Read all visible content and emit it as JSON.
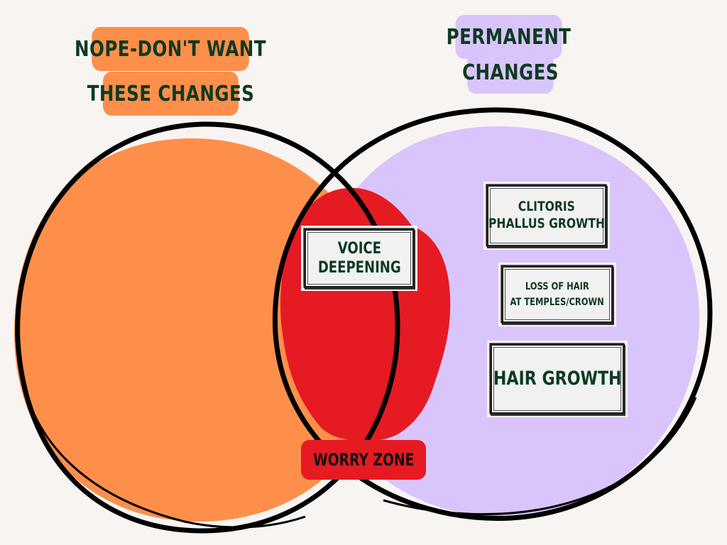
{
  "colors": {
    "background": "#f8f4f1",
    "left_circle_fill": "#fe8f4b",
    "right_circle_fill": "#d9c5fb",
    "overlap_fill": "#e51a22",
    "outline": "#000000",
    "text_dark_green": "#0e3a22",
    "sign_background": "#f1f1f1"
  },
  "left_set": {
    "title_line1": "NOPE-DON'T WANT",
    "title_line2": "THESE CHANGES",
    "items": []
  },
  "right_set": {
    "title_line1": "PERMANENT",
    "title_line2": "CHANGES",
    "items": [
      {
        "line1": "CLITORIS",
        "line2": "PHALLUS GROWTH"
      },
      {
        "line1": "LOSS OF HAIR",
        "line2": "AT TEMPLES/CROWN"
      },
      {
        "line1": "HAIR GROWTH",
        "line2": ""
      }
    ]
  },
  "overlap": {
    "label": "WORRY ZONE",
    "items": [
      {
        "line1": "VOICE",
        "line2": "DEEPENING"
      }
    ]
  }
}
